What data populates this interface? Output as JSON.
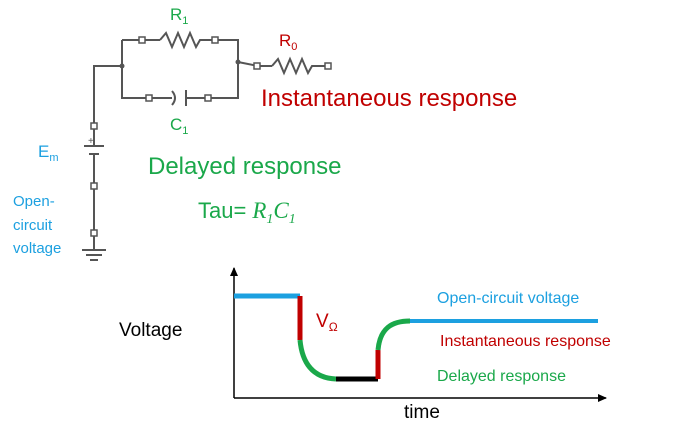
{
  "colors": {
    "green": "#1aa84a",
    "red": "#c00000",
    "blue": "#1ca0e0",
    "black": "#000000",
    "wire": "#555555"
  },
  "circuit": {
    "r1": {
      "letter": "R",
      "sub": "1"
    },
    "r0": {
      "letter": "R",
      "sub": "0"
    },
    "c1": {
      "letter": "C",
      "sub": "1"
    },
    "em": {
      "letter": "E",
      "sub": "m"
    },
    "instantaneous_label": "Instantaneous response",
    "delayed_label": "Delayed response",
    "tau": {
      "prefix": "Tau=",
      "r": "R",
      "r_sub": "1",
      "c": "C",
      "c_sub": "1"
    },
    "ocv_lines": [
      "Open-",
      "circuit",
      "voltage"
    ]
  },
  "graph": {
    "ylabel": "Voltage",
    "xlabel": "time",
    "v_drop": {
      "letter": "V",
      "sub": "Ω"
    },
    "legend": {
      "open_circuit": "Open-circuit voltage",
      "instantaneous": "Instantaneous response",
      "delayed": "Delayed response"
    }
  }
}
